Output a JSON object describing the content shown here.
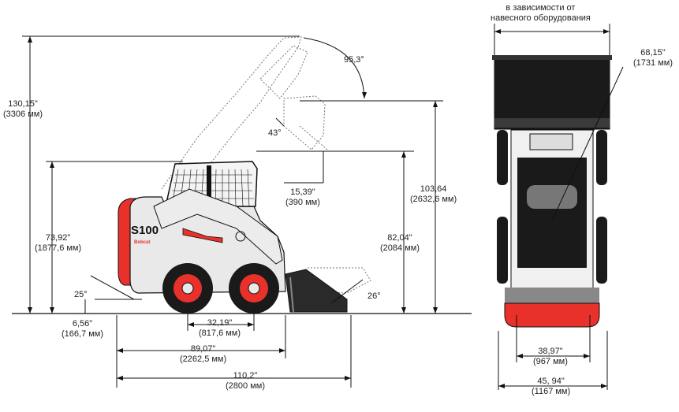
{
  "brand_model": "S100",
  "brand_logo": "Bobcat",
  "colors": {
    "red": "#e8312a",
    "body": "#e9e9e9",
    "black": "#1a1a1a",
    "line": "#111111"
  },
  "side_view": {
    "dims": {
      "height_max": {
        "in": "130,15\"",
        "mm": "(3306 мм)"
      },
      "cab_height": {
        "in": "73,92\"",
        "mm": "(1877,6 мм)"
      },
      "hinge_pin": {
        "in": "103,64",
        "mm": "(2632,6 мм)"
      },
      "dump_height": {
        "in": "82,04\"",
        "mm": "(2084 мм)"
      },
      "dump_reach": {
        "in": "15,39\"",
        "mm": "(390 мм)"
      },
      "ground_clearance": {
        "in": "6,56\"",
        "mm": "(166,7 мм)"
      },
      "wheelbase": {
        "in": "32,19\"",
        "mm": "(817,6 мм)"
      },
      "length_no_bucket": {
        "in": "89,07\"",
        "mm": "(2262,5 мм)"
      },
      "length_bucket": {
        "in": "110,2\"",
        "mm": "(2800 мм)"
      }
    },
    "angles": {
      "rollback": "95,3°",
      "dump": "43°",
      "departure": "25°",
      "bucket_ground": "26°"
    }
  },
  "front_view": {
    "attachment_note": [
      "в зависимости от",
      "навесного оборудования"
    ],
    "turning_diameter": {
      "in": "68,15\"",
      "mm": "(1731 мм)"
    },
    "tread_width": {
      "in": "38,97\"",
      "mm": "(967 мм)"
    },
    "overall_width": {
      "in": "45, 94\"",
      "mm": "(1167 мм)"
    }
  }
}
